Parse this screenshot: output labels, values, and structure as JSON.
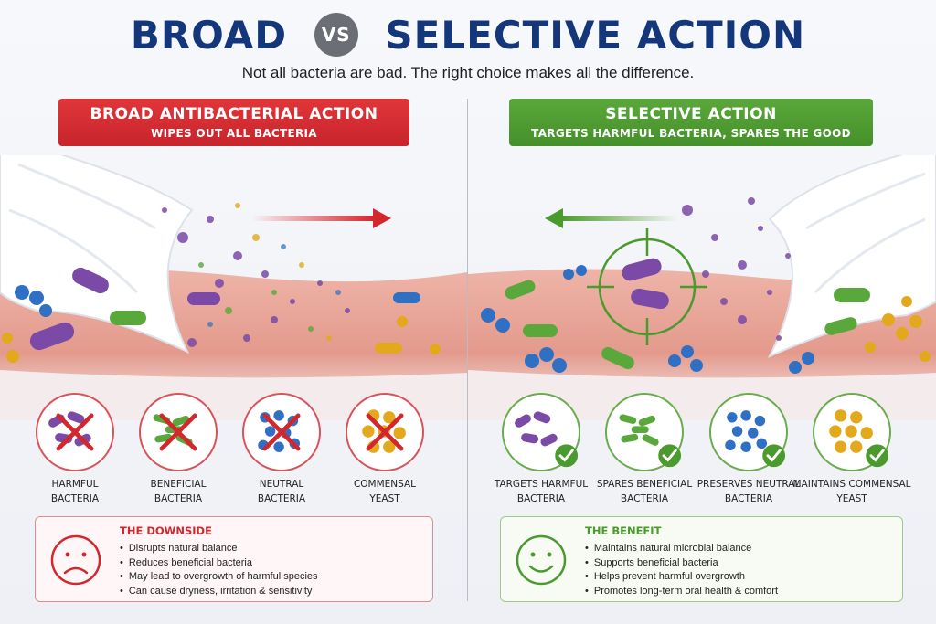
{
  "header": {
    "title_left": "BROAD",
    "vs": "VS",
    "title_right": "SELECTIVE ACTION",
    "subtitle": "Not all bacteria are bad. The right choice makes all the difference."
  },
  "broad": {
    "banner_title": "BROAD ANTIBACTERIAL ACTION",
    "banner_subtitle": "WIPES OUT ALL BACTERIA",
    "badges": [
      {
        "line1": "HARMFUL",
        "line2": "BACTERIA",
        "color": "#7a4aa6"
      },
      {
        "line1": "BENEFICIAL",
        "line2": "BACTERIA",
        "color": "#5aa83b"
      },
      {
        "line1": "NEUTRAL",
        "line2": "BACTERIA",
        "color": "#2f6fc4"
      },
      {
        "line1": "COMMENSAL",
        "line2": "YEAST",
        "color": "#e3a91c"
      }
    ],
    "box": {
      "heading": "THE DOWNSIDE",
      "points": [
        "Disrupts natural balance",
        "Reduces beneficial bacteria",
        "May lead to overgrowth of harmful species",
        "Can cause dryness, irritation & sensitivity"
      ]
    },
    "icons": {
      "badge_mark": "red-x-icon",
      "face": "sad-face-icon",
      "arrow": "arrow-right-icon"
    }
  },
  "selective": {
    "banner_title": "SELECTIVE ACTION",
    "banner_subtitle": "TARGETS HARMFUL BACTERIA, SPARES THE GOOD",
    "badges": [
      {
        "line1": "TARGETS HARMFUL",
        "line2": "BACTERIA",
        "color": "#7a4aa6"
      },
      {
        "line1": "SPARES BENEFICIAL",
        "line2": "BACTERIA",
        "color": "#5aa83b"
      },
      {
        "line1": "PRESERVES NEUTRAL",
        "line2": "BACTERIA",
        "color": "#2f6fc4"
      },
      {
        "line1": "MAINTAINS COMMENSAL",
        "line2": "YEAST",
        "color": "#e3a91c"
      }
    ],
    "box": {
      "heading": "THE BENEFIT",
      "points": [
        "Maintains natural microbial balance",
        "Supports beneficial bacteria",
        "Helps prevent harmful overgrowth",
        "Promotes long-term oral health & comfort"
      ]
    },
    "icons": {
      "badge_mark": "green-check-icon",
      "face": "happy-face-icon",
      "arrow": "arrow-left-icon",
      "target": "crosshair-icon"
    }
  },
  "colors": {
    "broad_red": "#d3262d",
    "selective_green": "#4b9a2d",
    "title_navy": "#14367a",
    "tissue_pink": "#e8a89c"
  }
}
